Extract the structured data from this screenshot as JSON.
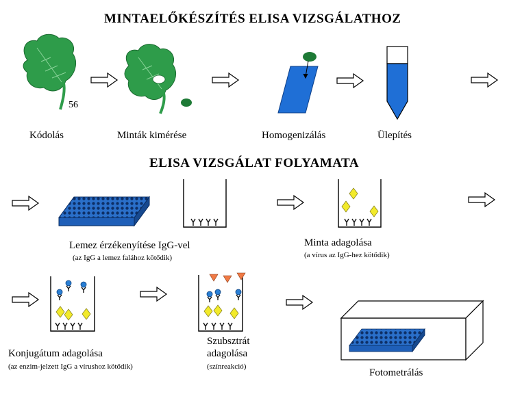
{
  "titles": {
    "prep": "MINTAELŐKÉSZÍTÉS  ELISA VIZSGÁLATHOZ",
    "elisa": "ELISA VIZSGÁLAT  FOLYAMATA"
  },
  "prep_steps": {
    "coding": "Kódolás",
    "coding_number": "56",
    "weighing": "Minták kimérése",
    "homogenizing": "Homogenizálás",
    "settling": "Ülepítés"
  },
  "elisa_steps": {
    "plate_coating": "Lemez érzékenyítése IgG-vel",
    "plate_coating_note": "(az IgG a lemez falához kötődik)",
    "sample": "Minta adagolása",
    "sample_note": "(a vírus az IgG-hez kötődik)",
    "conjugate": "Konjugátum adagolása",
    "conjugate_note": "(az enzim-jelzett IgG a vírushoz kötődik)",
    "substrate_line1": "Szubsztrát",
    "substrate_line2": "adagolása",
    "substrate_note": "(színreakció)",
    "photometry": "Fotometrálás"
  },
  "colors": {
    "leaf": "#2e9c4a",
    "sample_blue": "#1f6fd6",
    "virus_yellow": "#f2ea2a",
    "enzyme_blue": "#2a7fd4",
    "substrate_orange": "#f07a45"
  }
}
